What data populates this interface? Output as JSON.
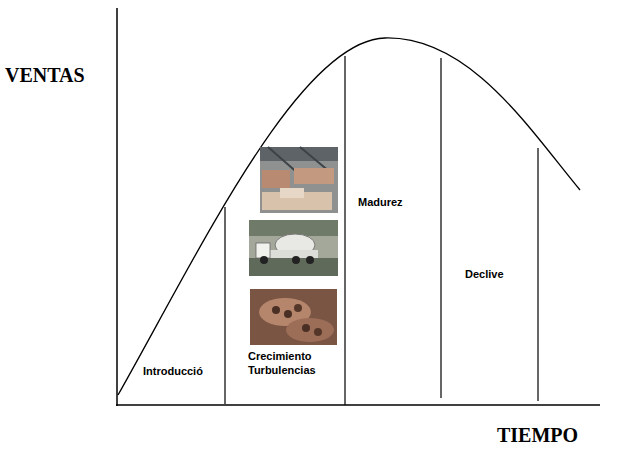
{
  "diagram": {
    "labels": [
      "VENTAS",
      "TIEMPO",
      "Introducció",
      "Crecimiento Turbulencias",
      "Madurez",
      "Declive"
    ]
  }
}
